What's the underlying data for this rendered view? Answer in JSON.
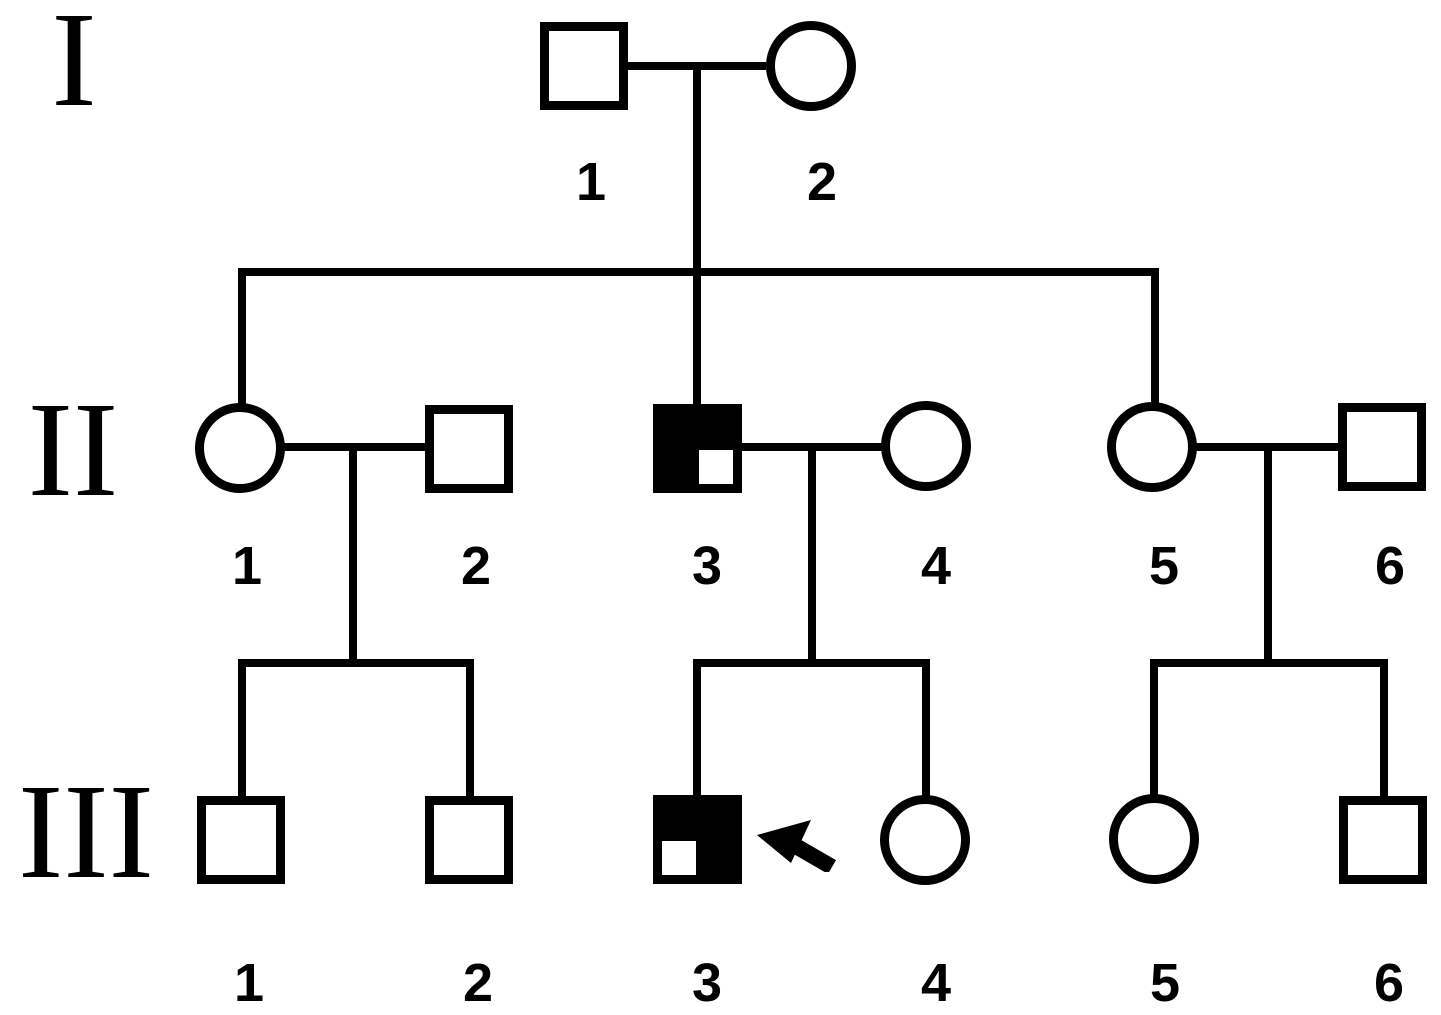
{
  "figure": {
    "type": "pedigree-chart",
    "colors": {
      "line": "#000000",
      "background": "#ffffff",
      "affected_fill": "#000000",
      "unaffected_fill": "#ffffff"
    },
    "generations": [
      {
        "label": "I",
        "members": [
          {
            "number": "1",
            "sex": "male",
            "affected": false
          },
          {
            "number": "2",
            "sex": "female",
            "affected": false
          }
        ]
      },
      {
        "label": "II",
        "members": [
          {
            "number": "1",
            "sex": "female",
            "affected": false
          },
          {
            "number": "2",
            "sex": "male",
            "affected": false
          },
          {
            "number": "3",
            "sex": "male",
            "affected": true,
            "shading": "three-quarter-filled-lower-right-clear"
          },
          {
            "number": "4",
            "sex": "female",
            "affected": false
          },
          {
            "number": "5",
            "sex": "female",
            "affected": false
          },
          {
            "number": "6",
            "sex": "male",
            "affected": false
          }
        ]
      },
      {
        "label": "III",
        "members": [
          {
            "number": "1",
            "sex": "male",
            "affected": false
          },
          {
            "number": "2",
            "sex": "male",
            "affected": false
          },
          {
            "number": "3",
            "sex": "male",
            "affected": true,
            "proband": true,
            "shading": "three-quarter-filled-lower-left-clear"
          },
          {
            "number": "4",
            "sex": "female",
            "affected": false
          },
          {
            "number": "5",
            "sex": "female",
            "affected": false
          },
          {
            "number": "6",
            "sex": "male",
            "affected": false
          }
        ]
      }
    ]
  }
}
